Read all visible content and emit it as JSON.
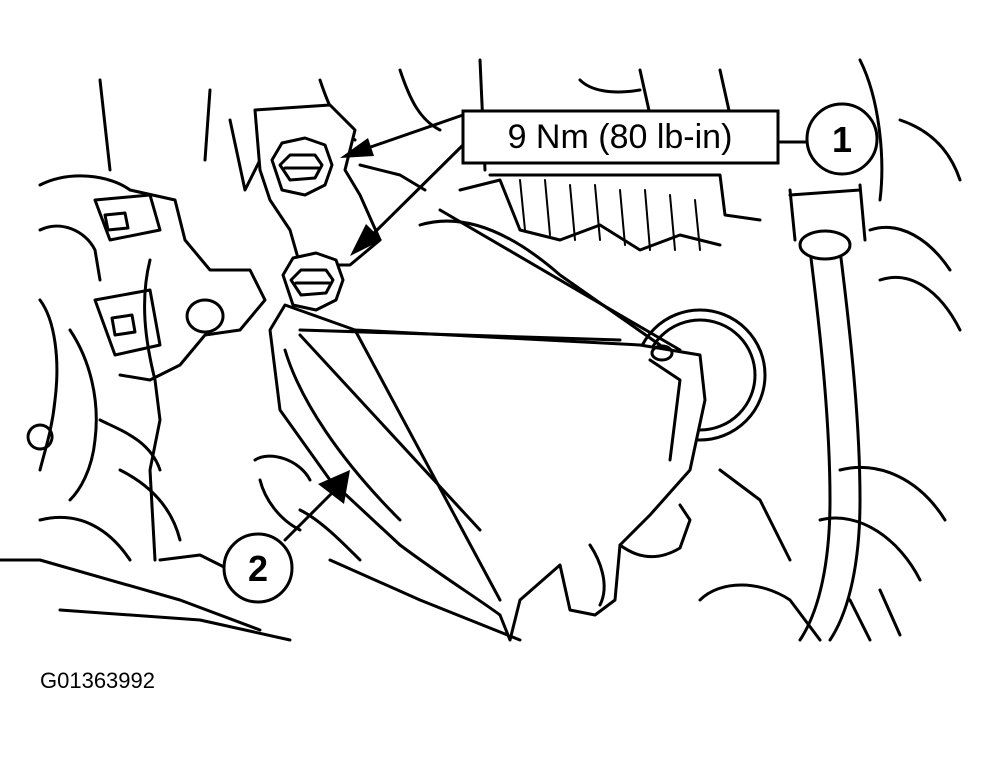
{
  "figure": {
    "callouts": [
      {
        "number": "1",
        "label": "9 Nm (80 lb-in)"
      },
      {
        "number": "2",
        "label": ""
      }
    ],
    "figure_id": "G01363992"
  }
}
